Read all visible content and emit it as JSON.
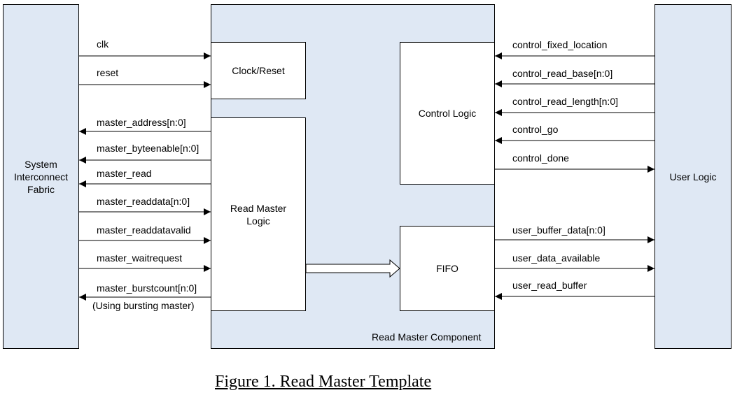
{
  "blocks": {
    "fabric": "System\nInterconnect\nFabric",
    "component": "Read Master Component",
    "clock_reset": "Clock/Reset",
    "read_master_logic": "Read Master\nLogic",
    "control_logic": "Control Logic",
    "fifo": "FIFO",
    "user_logic": "User Logic"
  },
  "left_signals": [
    {
      "label": "clk",
      "direction": "in"
    },
    {
      "label": "reset",
      "direction": "in"
    },
    {
      "label": "master_address[n:0]",
      "direction": "out"
    },
    {
      "label": "master_byteenable[n:0]",
      "direction": "out"
    },
    {
      "label": "master_read",
      "direction": "out"
    },
    {
      "label": "master_readdata[n:0]",
      "direction": "in"
    },
    {
      "label": "master_readdatavalid",
      "direction": "in"
    },
    {
      "label": "master_waitrequest",
      "direction": "in"
    },
    {
      "label": "master_burstcount[n:0]",
      "direction": "out"
    }
  ],
  "burst_note": "(Using bursting master)",
  "right_signals": [
    {
      "label": "control_fixed_location",
      "direction": "in"
    },
    {
      "label": "control_read_base[n:0]",
      "direction": "in"
    },
    {
      "label": "control_read_length[n:0]",
      "direction": "in"
    },
    {
      "label": "control_go",
      "direction": "in"
    },
    {
      "label": "control_done",
      "direction": "out"
    },
    {
      "label": "user_buffer_data[n:0]",
      "direction": "out"
    },
    {
      "label": "user_data_available",
      "direction": "out"
    },
    {
      "label": "user_read_buffer",
      "direction": "in"
    }
  ],
  "caption": "Figure 1.  Read Master Template",
  "colors": {
    "block_fill": "#dfe8f4",
    "line": "#000000"
  }
}
